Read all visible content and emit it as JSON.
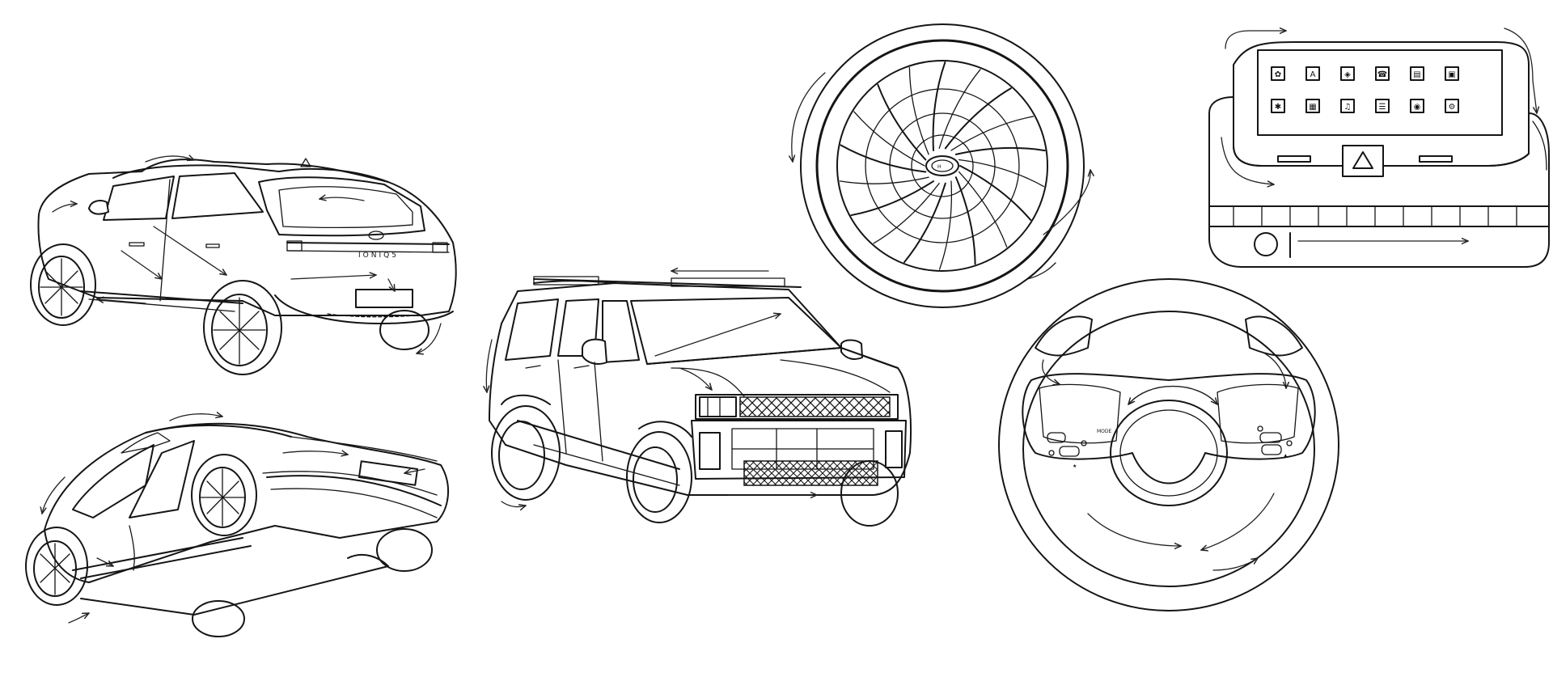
{
  "badge_text": "IONIQ5",
  "steering_mode_label": "MODE",
  "colors": {
    "ink": "#151515",
    "paper": "#ffffff"
  },
  "illustrations": [
    {
      "id": "hatchback-rear-three-quarter",
      "icon": "car-rear-view-icon"
    },
    {
      "id": "hatchback-underside",
      "icon": "car-underside-view-icon"
    },
    {
      "id": "suv-front-three-quarter",
      "icon": "suv-front-view-icon"
    },
    {
      "id": "wheel-rim",
      "icon": "wheel-icon"
    },
    {
      "id": "infotainment-display",
      "icon": "display-icon"
    },
    {
      "id": "steering-wheel",
      "icon": "steering-wheel-icon"
    }
  ],
  "display_app_icons": [
    "leaf-icon",
    "navigation-icon",
    "compass-icon",
    "phone-icon",
    "media-icon",
    "lock-icon",
    "fan-icon",
    "radio-icon",
    "music-icon",
    "seat-icon",
    "car-icon",
    "settings-icon"
  ]
}
